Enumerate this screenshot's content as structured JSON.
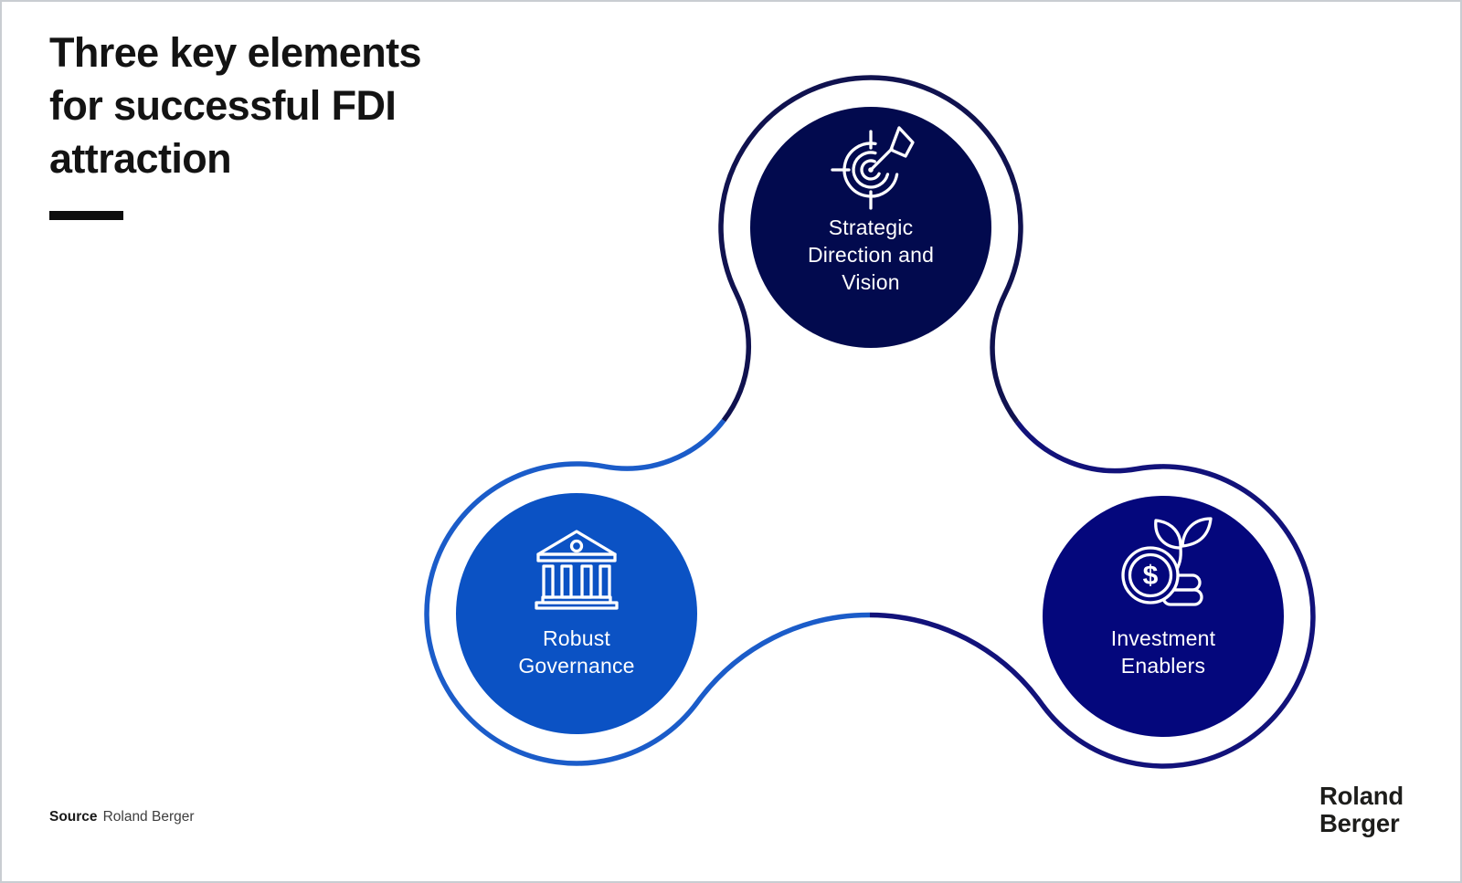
{
  "page": {
    "background": "#ffffff",
    "title_lines": [
      "Three key elements",
      "for successful FDI",
      "attraction"
    ],
    "source": {
      "label": "Source",
      "value": "Roland Berger"
    },
    "logo_lines": [
      "Roland",
      "Berger"
    ]
  },
  "diagram": {
    "outline": {
      "top_color": "#10124f",
      "left_color": "#1b5cc9",
      "right_color": "#12127a"
    },
    "nodes": [
      {
        "id": "strategic-direction-vision",
        "label_lines": [
          "Strategic",
          "Direction and",
          "Vision"
        ],
        "icon": "target-arrow-icon",
        "fill": "#020a4e"
      },
      {
        "id": "robust-governance",
        "label_lines": [
          "Robust",
          "Governance"
        ],
        "icon": "bank-icon",
        "fill": "#0b52c4"
      },
      {
        "id": "investment-enablers",
        "label_lines": [
          "Investment",
          "Enablers"
        ],
        "icon": "coin-sprout-icon",
        "fill": "#04077c",
        "dollar_glyph": "$"
      }
    ]
  }
}
